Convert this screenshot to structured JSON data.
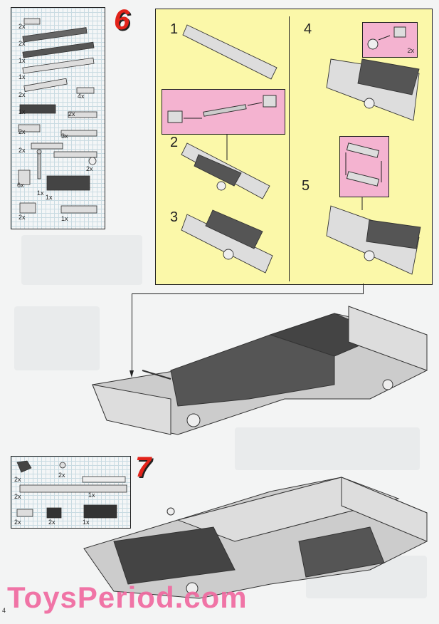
{
  "step6": {
    "badge": "6",
    "parts": [
      "2x",
      "2x",
      "1x",
      "1x",
      "2x",
      "4x",
      "1x",
      "2x",
      "2x",
      "3x",
      "2x",
      "2x",
      "6x",
      "1x",
      "1x",
      "2x",
      "1x"
    ]
  },
  "panel": {
    "substeps": [
      "1",
      "2",
      "3",
      "4",
      "5"
    ],
    "callout4_qty": "2x"
  },
  "step7": {
    "badge": "7",
    "parts": [
      "2x",
      "2x",
      "2x",
      "1x",
      "2x",
      "2x",
      "1x"
    ]
  },
  "watermark": "ToysPeriod.com",
  "page_number": "4",
  "colors": {
    "panel_bg": "#fbf8a9",
    "callout": "#f4b3d0",
    "badge": "#e2231a",
    "watermark": "#f06aa0"
  }
}
